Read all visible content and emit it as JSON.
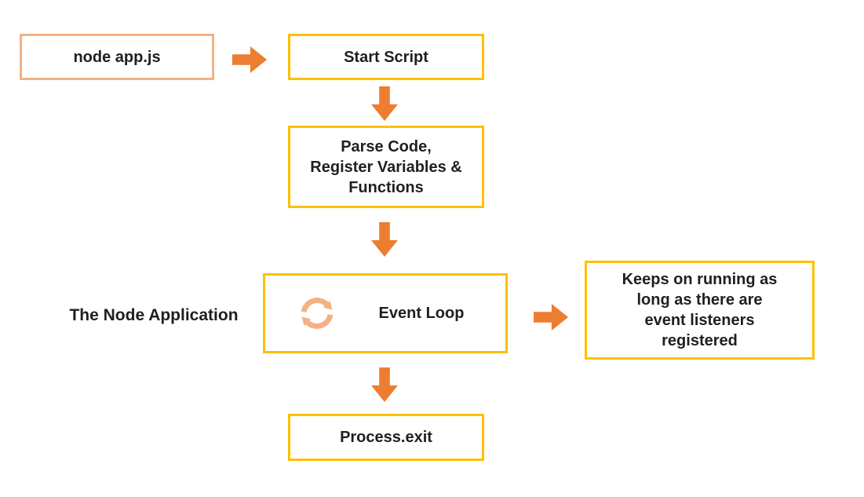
{
  "diagram": {
    "side_label": "The Node Application",
    "nodes": [
      {
        "id": "node-app-js",
        "label": "node app.js"
      },
      {
        "id": "start-script",
        "label": "Start Script"
      },
      {
        "id": "parse-code",
        "lines": [
          "Parse Code,",
          "Register Variables &",
          "Functions"
        ]
      },
      {
        "id": "event-loop",
        "label": "Event Loop",
        "icon": "sync-loop-icon"
      },
      {
        "id": "keeps-running",
        "lines": [
          "Keeps on running as",
          "long as there are",
          "event listeners",
          "registered"
        ]
      },
      {
        "id": "process-exit",
        "label": "Process.exit"
      }
    ],
    "colors": {
      "arrow_orange": "#ED7D31",
      "border_gold": "#FFC000",
      "border_salmon": "#F4B183",
      "icon_salmon": "#F4B183",
      "text": "#1F1F1F",
      "background": "#FFFFFF"
    }
  }
}
